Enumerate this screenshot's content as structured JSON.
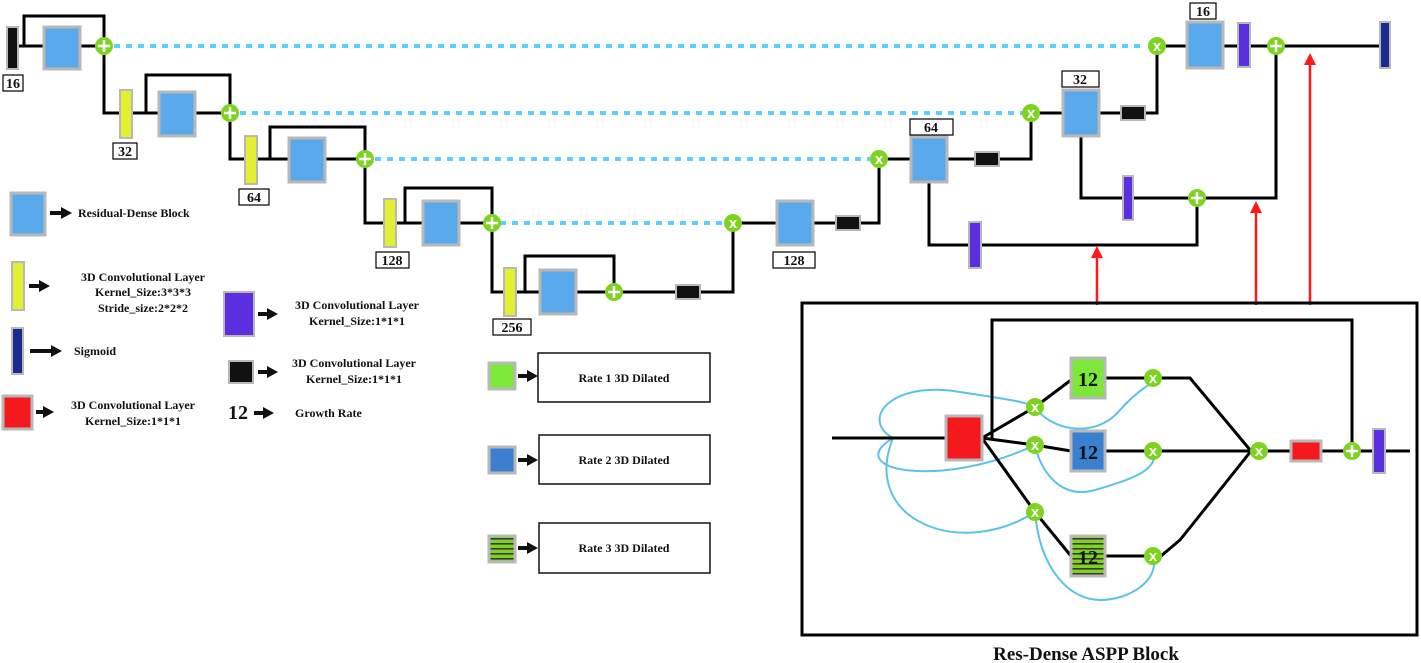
{
  "encoder_channels": [
    "16",
    "32",
    "64",
    "128",
    "256"
  ],
  "decoder_channels": [
    "128",
    "64",
    "32",
    "16"
  ],
  "legend": {
    "residual_dense_block": "Residual-Dense Block",
    "conv_333": {
      "line1": "3D Convolutional Layer",
      "line2": "Kernel_Size:3*3*3",
      "line3": "Stride_size:2*2*2"
    },
    "sigmoid": "Sigmoid",
    "conv_111_red": {
      "line1": "3D Convolutional Layer",
      "line2": "Kernel_Size:1*1*1"
    },
    "conv_111_purple": {
      "line1": "3D Convolutional Layer",
      "line2": "Kernel_Size:1*1*1"
    },
    "conv_111_black": {
      "line1": "3D Convolutional Layer",
      "line2": "Kernel_Size:1*1*1"
    },
    "growth_rate": {
      "symbol": "12",
      "label": "Growth Rate"
    },
    "rate1": "Rate 1 3D Dilated",
    "rate2": "Rate 2 3D Dilated",
    "rate3": "Rate 3 3D Dilated"
  },
  "operators": {
    "add": "+",
    "multiply": "x"
  },
  "aspp": {
    "title": "Res-Dense ASPP Block",
    "growth_labels": [
      "12",
      "12",
      "12"
    ]
  },
  "colors": {
    "residual_dense_block": "#5aaaeb",
    "conv_333": "#e2f030",
    "conv_111_purple": "#5b2ee0",
    "sigmoid": "#1a2a90",
    "conv_111_red": "#f5181c",
    "conv_111_black": "#111111",
    "rate1": "#7ee83a",
    "rate2": "#3b7fd0",
    "rate3": "#7ed321",
    "operator": "#7ed321",
    "skip_connection": "#5ccfff",
    "dense_connection": "#5cc2e8",
    "aspp_arrow": "#ff1a1a"
  }
}
